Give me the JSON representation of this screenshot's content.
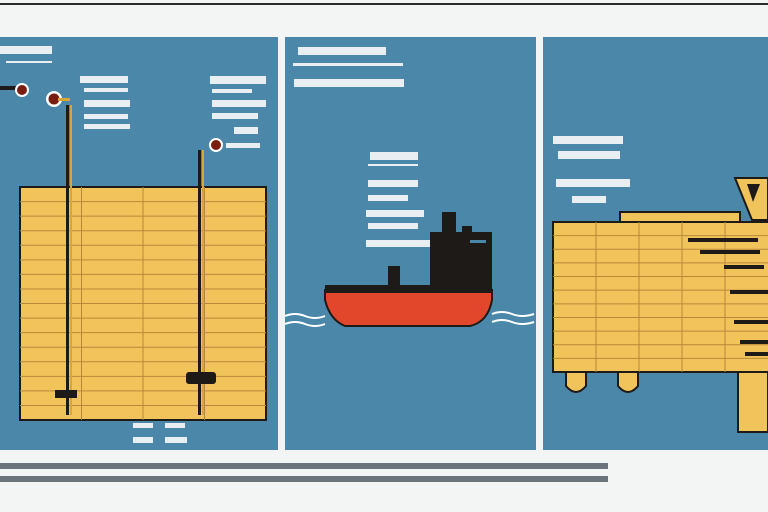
{
  "colors": {
    "panel_blue": "#4b87a9",
    "background": "#f3f4f4",
    "grid_yellow": "#f1c35b",
    "hull_red": "#e2472b",
    "outline_dark": "#1e1a17",
    "label_white": "#e8eef2"
  },
  "panels": [
    {
      "id": "wells",
      "icon": "pipe-icon"
    },
    {
      "id": "ship",
      "icon": "ship-icon"
    },
    {
      "id": "storage",
      "icon": "warning-icon"
    }
  ]
}
